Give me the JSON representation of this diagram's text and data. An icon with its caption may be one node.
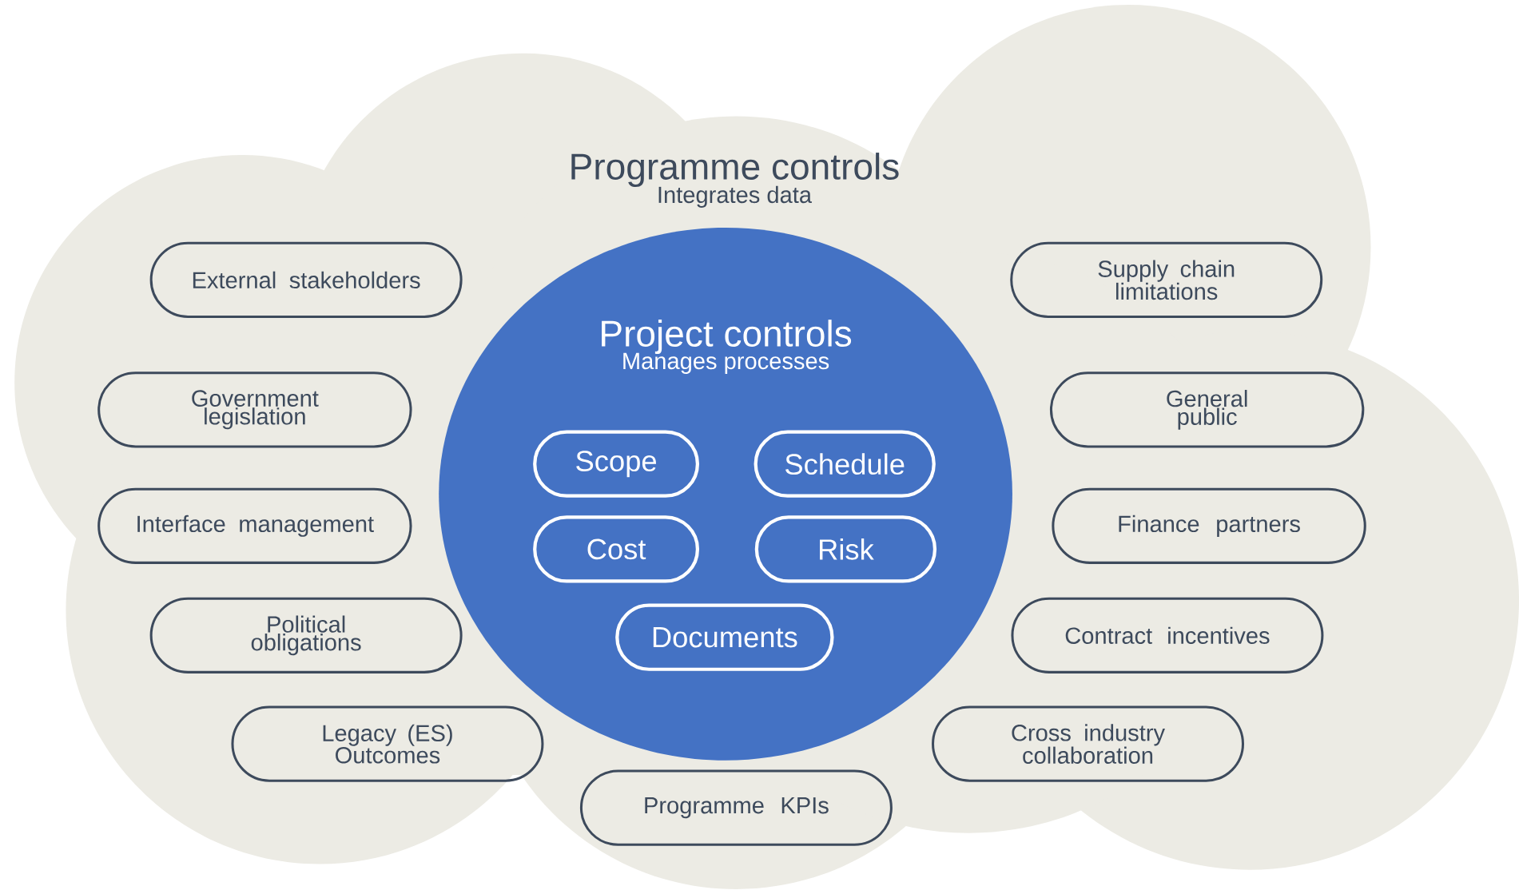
{
  "diagram": {
    "nodes": [
      {
        "text": [
          "Programme controls",
          "Integrates data"
        ]
      },
      {
        "text": [
          "Project controls",
          "Manages processes"
        ],
        "in": 0
      },
      {
        "text": [
          "Scope"
        ],
        "in": 1
      },
      {
        "text": [
          "Schedule"
        ],
        "in": 1
      },
      {
        "text": [
          "Cost"
        ],
        "in": 1
      },
      {
        "text": [
          "Risk"
        ],
        "in": 1
      },
      {
        "text": [
          "Documents"
        ],
        "in": 1
      },
      {
        "text": [
          "External stakeholders"
        ],
        "in": 0
      },
      {
        "text": [
          "Supply chain limitations"
        ],
        "in": 0
      },
      {
        "text": [
          "Government legislation"
        ],
        "in": 0
      },
      {
        "text": [
          "General public"
        ],
        "in": 0
      },
      {
        "text": [
          "Interface management"
        ],
        "in": 0
      },
      {
        "text": [
          "Finance partners"
        ],
        "in": 0
      },
      {
        "text": [
          "Political obligations"
        ],
        "in": 0
      },
      {
        "text": [
          "Contract incentives"
        ],
        "in": 0
      },
      {
        "text": [
          "Legacy (ES) Outcomes"
        ],
        "in": 0
      },
      {
        "text": [
          "Cross industry collaboration"
        ],
        "in": 0
      },
      {
        "text": [
          "Programme KPIs"
        ],
        "in": 0
      }
    ]
  }
}
